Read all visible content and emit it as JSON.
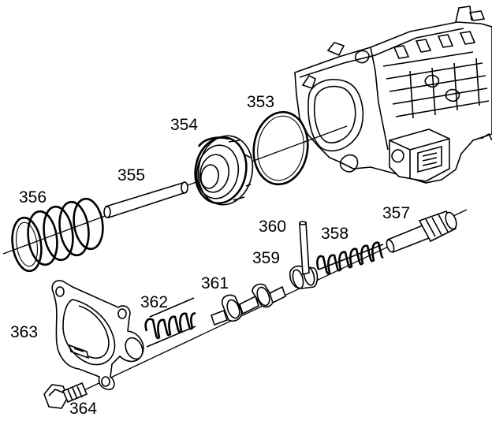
{
  "callouts": {
    "p353": "353",
    "p354": "354",
    "p355": "355",
    "p356": "356",
    "p357": "357",
    "p358": "358",
    "p359": "359",
    "p360": "360",
    "p361": "361",
    "p362": "362",
    "p363": "363",
    "p364": "364"
  }
}
